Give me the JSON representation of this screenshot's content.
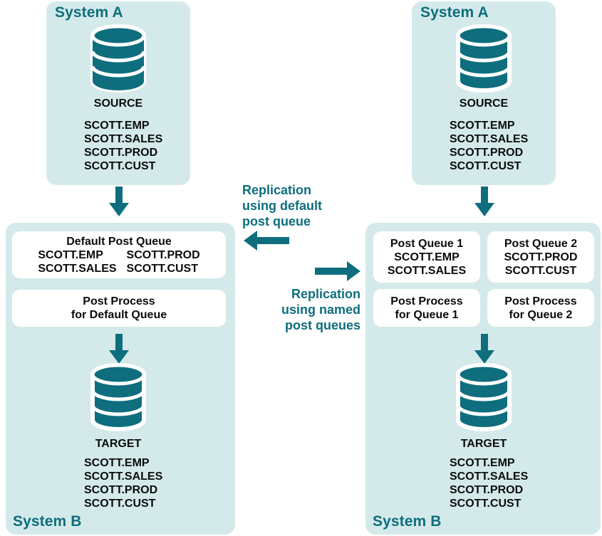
{
  "colors": {
    "panel_bg": "#d4eaea",
    "teal": "#0e6e7d",
    "box_bg": "#ffffff",
    "text": "#0b0b0b",
    "page_bg": "#ffffff"
  },
  "left_diagram": {
    "source_panel": {
      "title": "System A",
      "db_icon": "database-cylinder-icon",
      "caption": "SOURCE",
      "tables": [
        "SCOTT.EMP",
        "SCOTT.SALES",
        "SCOTT.PROD",
        "SCOTT.CUST"
      ]
    },
    "arrow_source_to_queue": "down-arrow-icon",
    "target_panel": {
      "title": "System B",
      "queue_box": {
        "header": "Default Post Queue",
        "col_left": [
          "SCOTT.EMP",
          "SCOTT.SALES"
        ],
        "col_right": [
          "SCOTT.PROD",
          "SCOTT.CUST"
        ]
      },
      "process_box": {
        "line1": "Post Process",
        "line2": "for Default Queue"
      },
      "arrow_process_to_target": "down-arrow-icon",
      "db_icon": "database-cylinder-icon",
      "caption": "TARGET",
      "tables": [
        "SCOTT.EMP",
        "SCOTT.SALES",
        "SCOTT.PROD",
        "SCOTT.CUST"
      ]
    }
  },
  "center": {
    "left_label": {
      "line1": "Replication",
      "line2": "using default",
      "line3": "post queue"
    },
    "left_arrow": "left-arrow-icon",
    "right_arrow": "right-arrow-icon",
    "right_label": {
      "line1": "Replication",
      "line2": "using named",
      "line3": "post queues"
    }
  },
  "right_diagram": {
    "source_panel": {
      "title": "System A",
      "db_icon": "database-cylinder-icon",
      "caption": "SOURCE",
      "tables": [
        "SCOTT.EMP",
        "SCOTT.SALES",
        "SCOTT.PROD",
        "SCOTT.CUST"
      ]
    },
    "arrow_source_to_queue": "down-arrow-icon",
    "target_panel": {
      "title": "System B",
      "queue_box_1": {
        "header": "Post Queue 1",
        "tables": [
          "SCOTT.EMP",
          "SCOTT.SALES"
        ]
      },
      "queue_box_2": {
        "header": "Post Queue 2",
        "tables": [
          "SCOTT.PROD",
          "SCOTT.CUST"
        ]
      },
      "process_box_1": {
        "line1": "Post Process",
        "line2": "for Queue 1"
      },
      "process_box_2": {
        "line1": "Post Process",
        "line2": "for Queue 2"
      },
      "arrow_process_to_target": "down-arrow-icon",
      "db_icon": "database-cylinder-icon",
      "caption": "TARGET",
      "tables": [
        "SCOTT.EMP",
        "SCOTT.SALES",
        "SCOTT.PROD",
        "SCOTT.CUST"
      ]
    }
  }
}
